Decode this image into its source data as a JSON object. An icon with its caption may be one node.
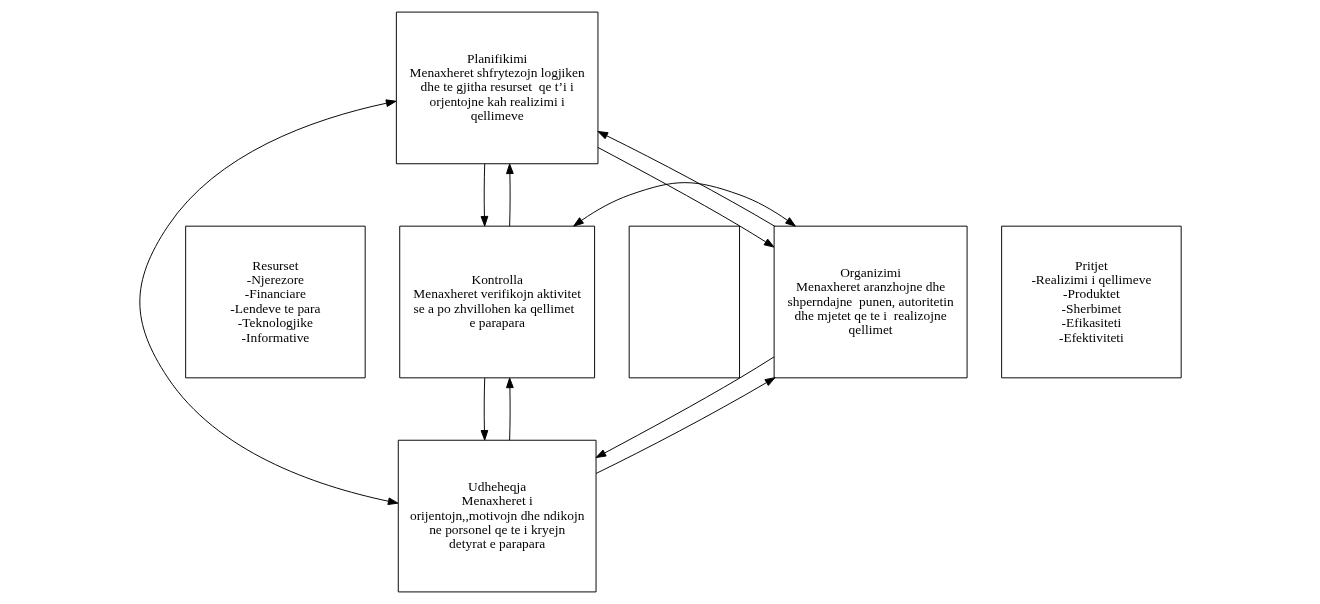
{
  "diagram": {
    "nodes": [
      {
        "text": [
          "Planifikimi",
          "Menaxheret shfrytezojn logjiken dhe te gjitha resurset  qe t’i i orjentojne kah realizimi i qellimeve"
        ]
      },
      {
        "text": [
          "Resurset",
          "-Njerezore",
          "-Financiare",
          "-Lendeve te para",
          "-Teknologjike",
          "-Informative"
        ]
      },
      {
        "text": [
          "Kontrolla",
          "Menaxheret verifikojn aktivitet se a po zhvillohen ka qellimet  e parapara"
        ]
      },
      {
        "text": [],
        "shape": "box"
      },
      {
        "text": [
          "Organizimi",
          "Menaxheret aranzhojne dhe shperndajne  punen, autoritetin dhe mjetet qe te i  realizojne qellimet"
        ]
      },
      {
        "text": [
          "Pritjet",
          "-Realizimi i qellimeve",
          "-Produktet",
          "-Sherbimet",
          "-Efikasiteti",
          "-Efektiviteti"
        ]
      },
      {
        "text": [
          "Udheheqja",
          "Menaxheret i orijentojn,,motivojn dhe ndikojn ne porsonel qe te i kryejn detyrat e parapara"
        ]
      }
    ],
    "edges": [
      {
        "from": 0,
        "to": 2,
        "arrow": "to"
      },
      {
        "from": 2,
        "to": 0,
        "arrow": "to"
      },
      {
        "from": 0,
        "to": 4,
        "arrow": "to"
      },
      {
        "from": 4,
        "to": 0,
        "arrow": "to"
      },
      {
        "from": 0,
        "to": 6,
        "arrow": "both"
      },
      {
        "from": 2,
        "to": 4,
        "arrow": "both"
      },
      {
        "from": 2,
        "to": 6,
        "arrow": "to"
      },
      {
        "from": 6,
        "to": 2,
        "arrow": "to"
      },
      {
        "from": 6,
        "to": 4,
        "arrow": "to"
      },
      {
        "from": 4,
        "to": 6,
        "arrow": "to"
      }
    ]
  }
}
